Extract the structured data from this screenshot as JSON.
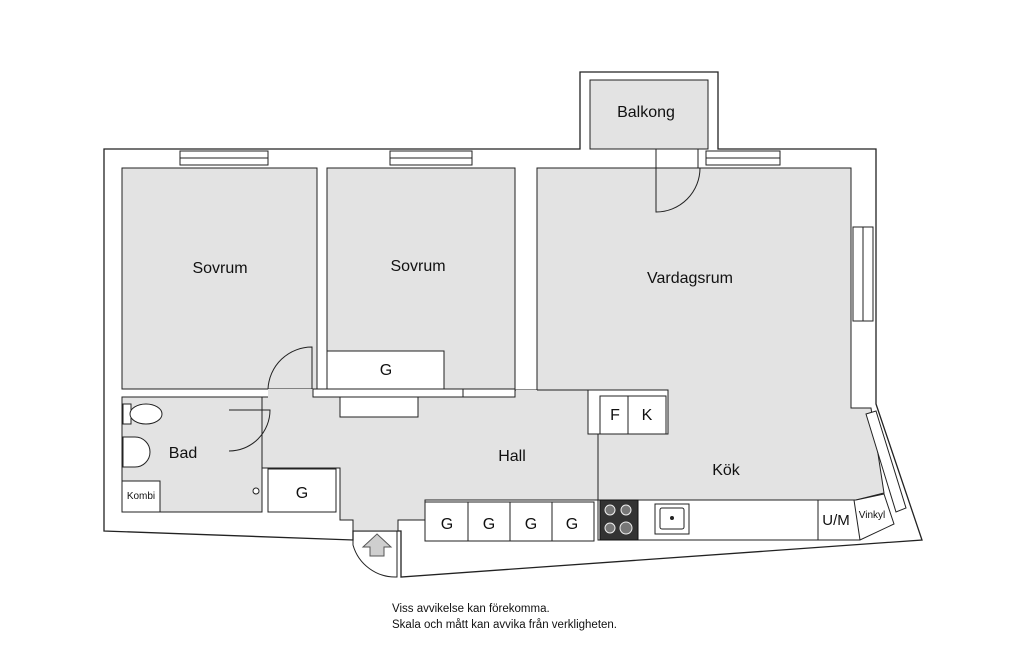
{
  "rooms": {
    "balcony": "Balkong",
    "bedroom1": "Sovrum",
    "bedroom2": "Sovrum",
    "living": "Vardagsrum",
    "bath": "Bad",
    "hall": "Hall",
    "kitchen": "Kök"
  },
  "fixtures": {
    "boiler": "Kombi",
    "wardrobe_bedroom": "G",
    "wardrobe_hall": "G",
    "hall_cabinets": [
      "G",
      "G",
      "G",
      "G"
    ],
    "fridge": "F",
    "freezer": "K",
    "dishwasher": "U/M",
    "wine": "Vinkyl"
  },
  "disclaimer": {
    "line1": "Viss avvikelse kan förekomma.",
    "line2": "Skala och mått kan avvika från verkligheten."
  },
  "colors": {
    "floor": "#e3e3e3",
    "wall": "#ffffff",
    "line": "#222222"
  }
}
